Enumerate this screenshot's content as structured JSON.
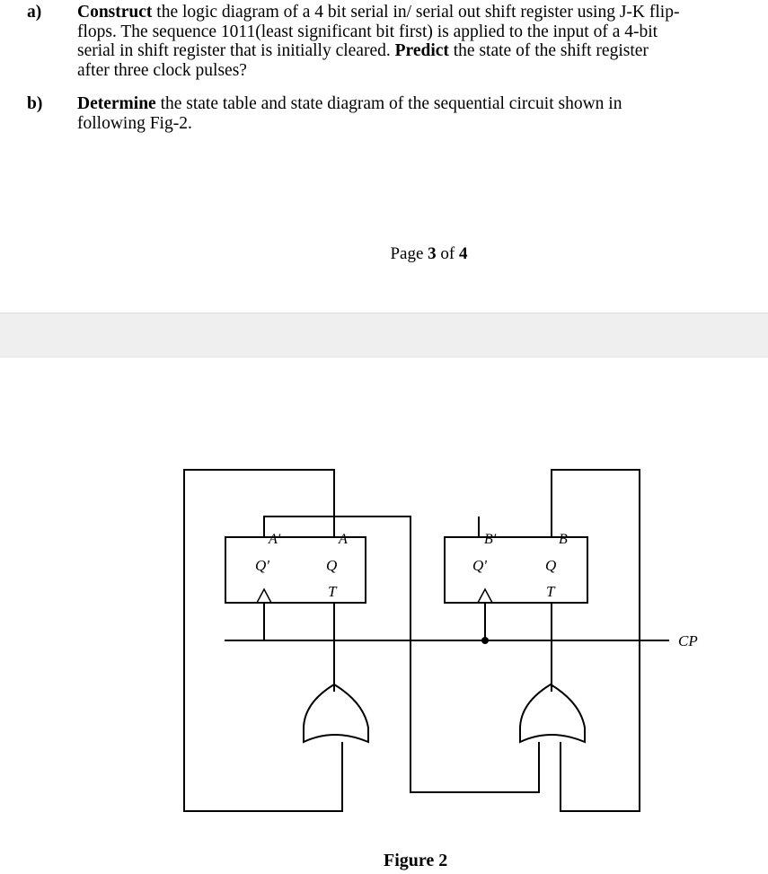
{
  "questions": [
    {
      "label": "a)",
      "lines": [
        {
          "bold": "Construct",
          "rest": " the logic diagram of a 4 bit serial in/ serial out shift register using J-K flip-"
        },
        {
          "bold": "",
          "rest": "flops. The sequence 1011(least significant bit first) is applied to the input of a 4-bit"
        },
        {
          "bold": "",
          "rest": "serial in shift register   that is initially cleared. "
        },
        {
          "bold": "",
          "rest": "after three clock pulses?"
        }
      ],
      "predict_bold": "Predict",
      "predict_rest": " the state of the shift register"
    },
    {
      "label": "b)",
      "lines": [
        {
          "bold": "Determine",
          "rest": " the state table and state diagram of the sequential circuit shown in"
        },
        {
          "bold": "",
          "rest": "following Fig-2."
        }
      ]
    }
  ],
  "footer": {
    "prefix": "Page ",
    "page": "3",
    "mid": " of ",
    "total": "4"
  },
  "figure": {
    "caption": "Figure 2",
    "ff_a": {
      "top_left": "A'",
      "top_right": "A",
      "out_left": "Q'",
      "out_right": "Q",
      "input": "T"
    },
    "ff_b": {
      "top_left": "B'",
      "top_right": "B",
      "out_left": "Q'",
      "out_right": "Q",
      "input": "T"
    },
    "clock_label": "CP"
  }
}
